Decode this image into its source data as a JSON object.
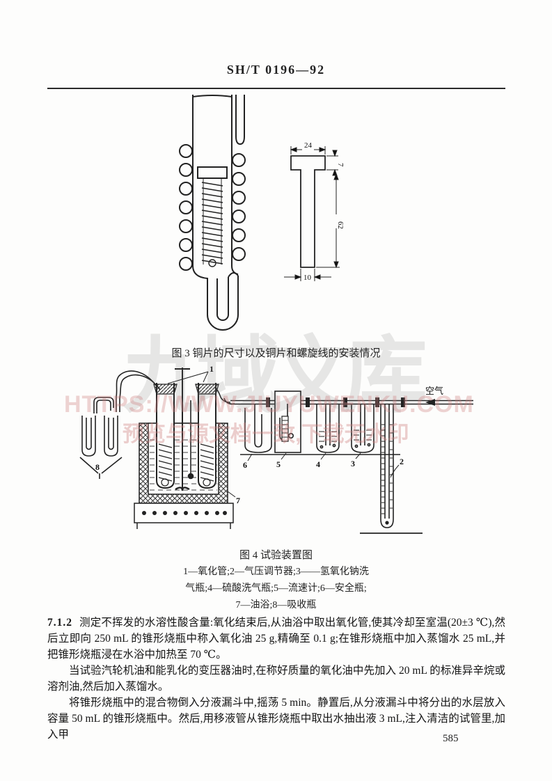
{
  "header": {
    "standard_code": "SH/T 0196—92"
  },
  "figure3": {
    "caption": "图 3  铜片的尺寸以及铜片和螺旋线的安装情况",
    "dimensions": {
      "top_width": "24",
      "head_height": "7",
      "body_length": "62",
      "tail_width": "10"
    }
  },
  "figure4": {
    "caption": "图 4  试验装置图",
    "legend": [
      "1—氧化管;2—气压调节器;3——氢氧化钠洗",
      "气瓶;4—硫酸洗气瓶;5—流速计;6—安全瓶;",
      "7—油浴;8—吸收瓶"
    ],
    "labels": [
      "1",
      "2",
      "3",
      "4",
      "5",
      "6",
      "7",
      "8"
    ],
    "air_label": "空气"
  },
  "body": {
    "p1_number": "7.1.2",
    "p1_text": "测定不挥发的水溶性酸含量:氧化结束后,从油浴中取出氧化管,使其冷却至室温(20±3 ℃),然后立即向 250 mL 的锥形烧瓶中称入氧化油 25 g,精确至 0.1 g;在锥形烧瓶中加入蒸馏水 25 mL,并把锥形烧瓶浸在水浴中加热至 70 ℃。",
    "p2_text": "当试验汽轮机油和能乳化的变压器油时,在称好质量的氧化油中先加入 20 mL 的标准异辛烷或溶剂油,然后加入蒸馏水。",
    "p3_text": "将锥形烧瓶中的混合物倒入分液漏斗中,摇荡 5 min。静置后,从分液漏斗中将分出的水层放入容量 50 mL 的锥形烧瓶中。然后,用移液管从锥形烧瓶中取出水抽出液 3 mL,注入清洁的试管里,加入甲"
  },
  "watermark": {
    "title": "九域文库",
    "url": "HTTPS://WWW.JIUYUWENKU.COM",
    "note": "预览与源文档一致,下载无水印"
  },
  "page": {
    "number": "585"
  }
}
